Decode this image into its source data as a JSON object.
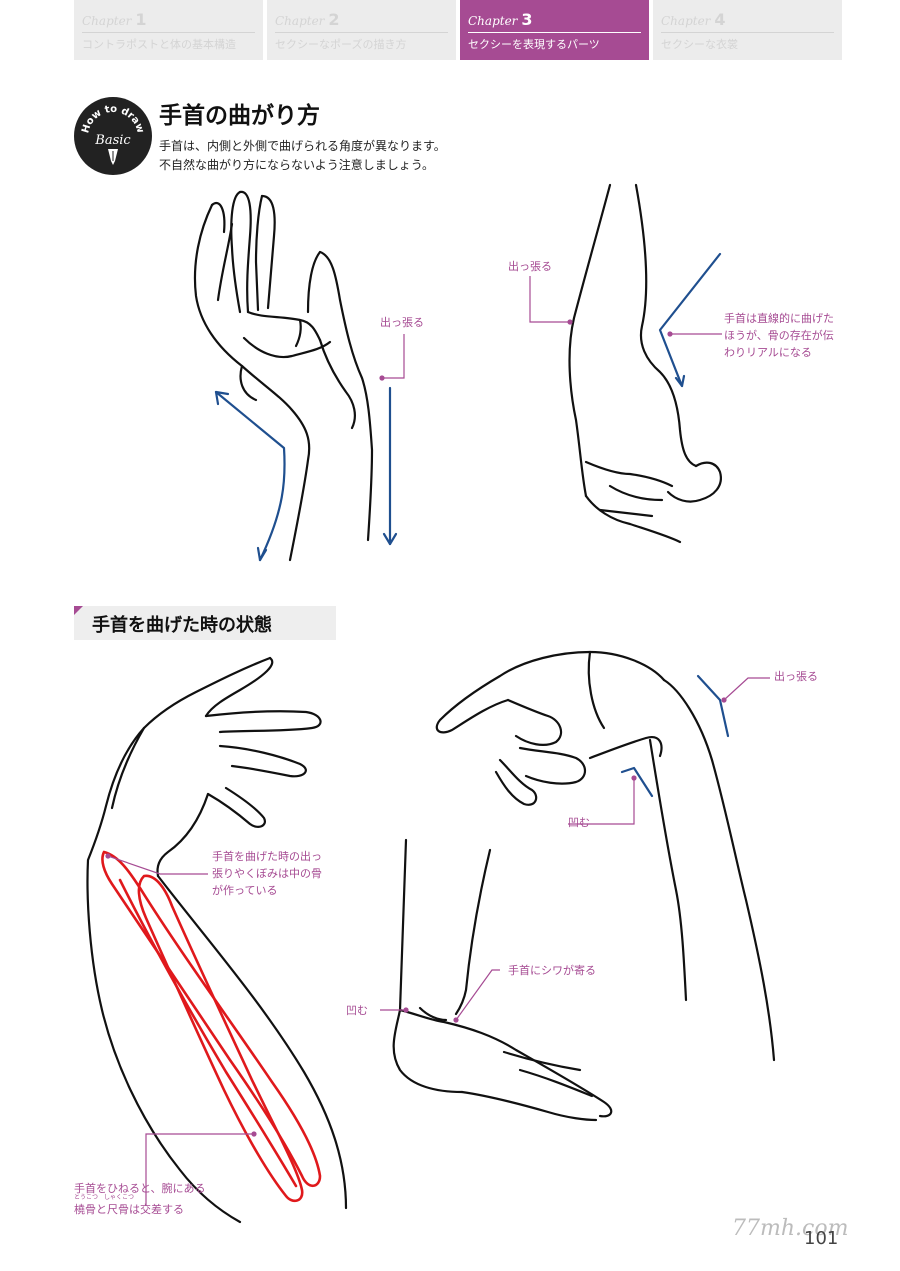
{
  "chapter_tabs": [
    {
      "word": "Chapter",
      "number": "1",
      "label": "コントラポストと体の基本構造",
      "active": false
    },
    {
      "word": "Chapter",
      "number": "2",
      "label": "セクシーなポーズの描き方",
      "active": false
    },
    {
      "word": "Chapter",
      "number": "3",
      "label": "セクシーを表現するパーツ",
      "active": true
    },
    {
      "word": "Chapter",
      "number": "4",
      "label": "セクシーな衣裳",
      "active": false
    }
  ],
  "badge": {
    "top": "How to draw",
    "main": "Basic"
  },
  "title": "手首の曲がり方",
  "description": [
    "手首は、内側と外側で曲げられる角度が異なります。",
    "不自然な曲がり方にならないよう注意しましょう。"
  ],
  "section_title": "手首を曲げた時の状態",
  "annotations": {
    "top_left_protrude": "出っ張る",
    "top_right_protrude": "出っ張る",
    "top_right_straight": [
      "手首は直線的に曲げた",
      "ほうが、骨の存在が伝",
      "わりリアルになる"
    ],
    "bent_bone": [
      "手首を曲げた時の出っ",
      "張りやくぼみは中の骨",
      "が作っている"
    ],
    "twist": [
      "手首をひねると、腕にある",
      "橈骨と尺骨は交差する"
    ],
    "twist_ruby": [
      "とうこつ",
      "しゃくこつ"
    ],
    "right_protrude": "出っ張る",
    "right_dent": "凹む",
    "wrinkle": "手首にシワが寄る",
    "left_dent": "凹む"
  },
  "watermark": "77mh.com",
  "page_number": "101",
  "colors": {
    "accent": "#a64b93",
    "arrow": "#1f4f8f",
    "bone": "#e0191c"
  }
}
